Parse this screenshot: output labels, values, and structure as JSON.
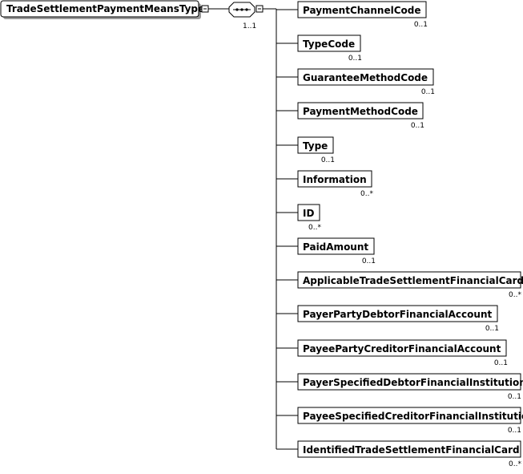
{
  "root": {
    "label": "TradeSettlementPaymentMeansType"
  },
  "sequence": {
    "cardinality": "1..1"
  },
  "children": [
    {
      "label": "PaymentChannelCode",
      "cardinality": "0..1"
    },
    {
      "label": "TypeCode",
      "cardinality": "0..1"
    },
    {
      "label": "GuaranteeMethodCode",
      "cardinality": "0..1"
    },
    {
      "label": "PaymentMethodCode",
      "cardinality": "0..1"
    },
    {
      "label": "Type",
      "cardinality": "0..1"
    },
    {
      "label": "Information",
      "cardinality": "0..*"
    },
    {
      "label": "ID",
      "cardinality": "0..*"
    },
    {
      "label": "PaidAmount",
      "cardinality": "0..1"
    },
    {
      "label": "ApplicableTradeSettlementFinancialCard",
      "cardinality": "0..*"
    },
    {
      "label": "PayerPartyDebtorFinancialAccount",
      "cardinality": "0..1"
    },
    {
      "label": "PayeePartyCreditorFinancialAccount",
      "cardinality": "0..1"
    },
    {
      "label": "PayerSpecifiedDebtorFinancialInstitution",
      "cardinality": "0..1"
    },
    {
      "label": "PayeeSpecifiedCreditorFinancialInstitution",
      "cardinality": "0..1"
    },
    {
      "label": "IdentifiedTradeSettlementFinancialCard",
      "cardinality": "0..*"
    }
  ]
}
